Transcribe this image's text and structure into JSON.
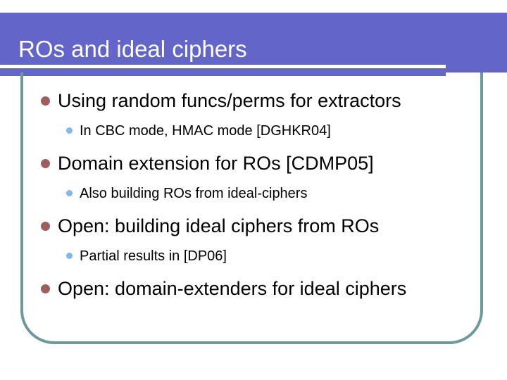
{
  "slide": {
    "title": "ROs and ideal ciphers",
    "colors": {
      "title_band": "#6366c8",
      "title_text": "#ffffff",
      "frame_border": "#6e9a9c",
      "bullet_level1": "#9c5f5d",
      "bullet_level2": "#7fb8ea",
      "body_text": "#000000",
      "background": "#ffffff"
    },
    "bullets": [
      {
        "level": 1,
        "text": "Using random funcs/perms for extractors",
        "bullet_icon": "filled-circle-bullet-icon"
      },
      {
        "level": 2,
        "text": "In CBC mode, HMAC mode [DGHKR04]",
        "bullet_icon": "filled-circle-bullet-icon"
      },
      {
        "level": 1,
        "text": "Domain extension for ROs [CDMP05]",
        "bullet_icon": "filled-circle-bullet-icon"
      },
      {
        "level": 2,
        "text": "Also building ROs from ideal-ciphers",
        "bullet_icon": "filled-circle-bullet-icon"
      },
      {
        "level": 1,
        "text": "Open: building ideal ciphers from ROs",
        "bullet_icon": "filled-circle-bullet-icon"
      },
      {
        "level": 2,
        "text": "Partial results in [DP06]",
        "bullet_icon": "filled-circle-bullet-icon"
      },
      {
        "level": 1,
        "text": "Open: domain-extenders for ideal ciphers",
        "bullet_icon": "filled-circle-bullet-icon"
      }
    ]
  }
}
